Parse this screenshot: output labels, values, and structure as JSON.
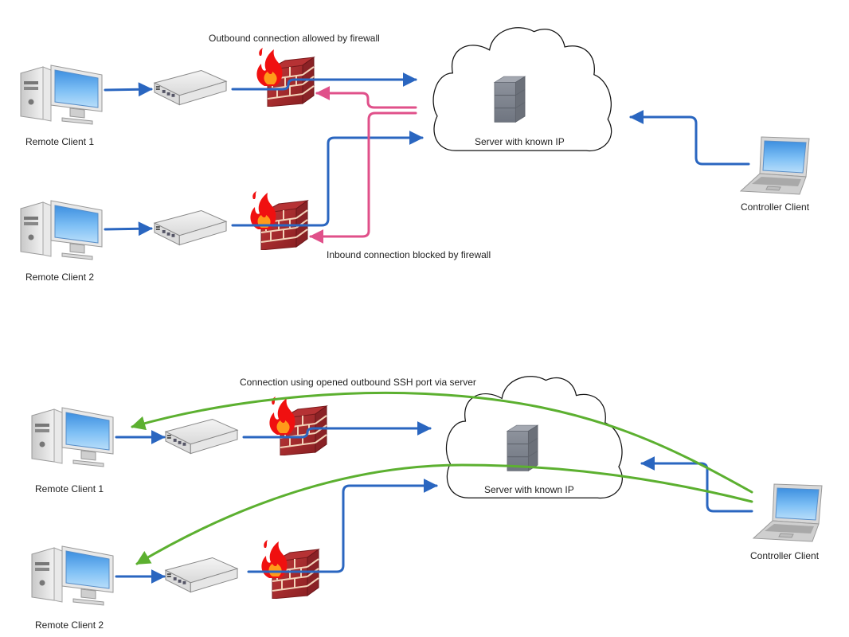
{
  "colors": {
    "allowed": "#2a66c0",
    "blocked": "#e0508a",
    "tunnel": "#5cb030",
    "cloud_stroke": "#111111"
  },
  "top": {
    "client1_label": "Remote Client 1",
    "client2_label": "Remote Client 2",
    "server_label": "Server with known IP",
    "controller_label": "Controller Client",
    "outbound_note": "Outbound connection allowed by firewall",
    "inbound_note": "Inbound connection blocked by firewall"
  },
  "bottom": {
    "client1_label": "Remote Client 1",
    "client2_label": "Remote Client 2",
    "server_label": "Server with known IP",
    "controller_label": "Controller Client",
    "ssh_note": "Connection using opened outbound SSH port via server"
  },
  "icons": {
    "desktop": "desktop-computer-icon",
    "switch": "network-switch-icon",
    "firewall": "firewall-icon",
    "server": "server-tower-icon",
    "laptop": "laptop-icon",
    "cloud": "cloud-icon"
  }
}
